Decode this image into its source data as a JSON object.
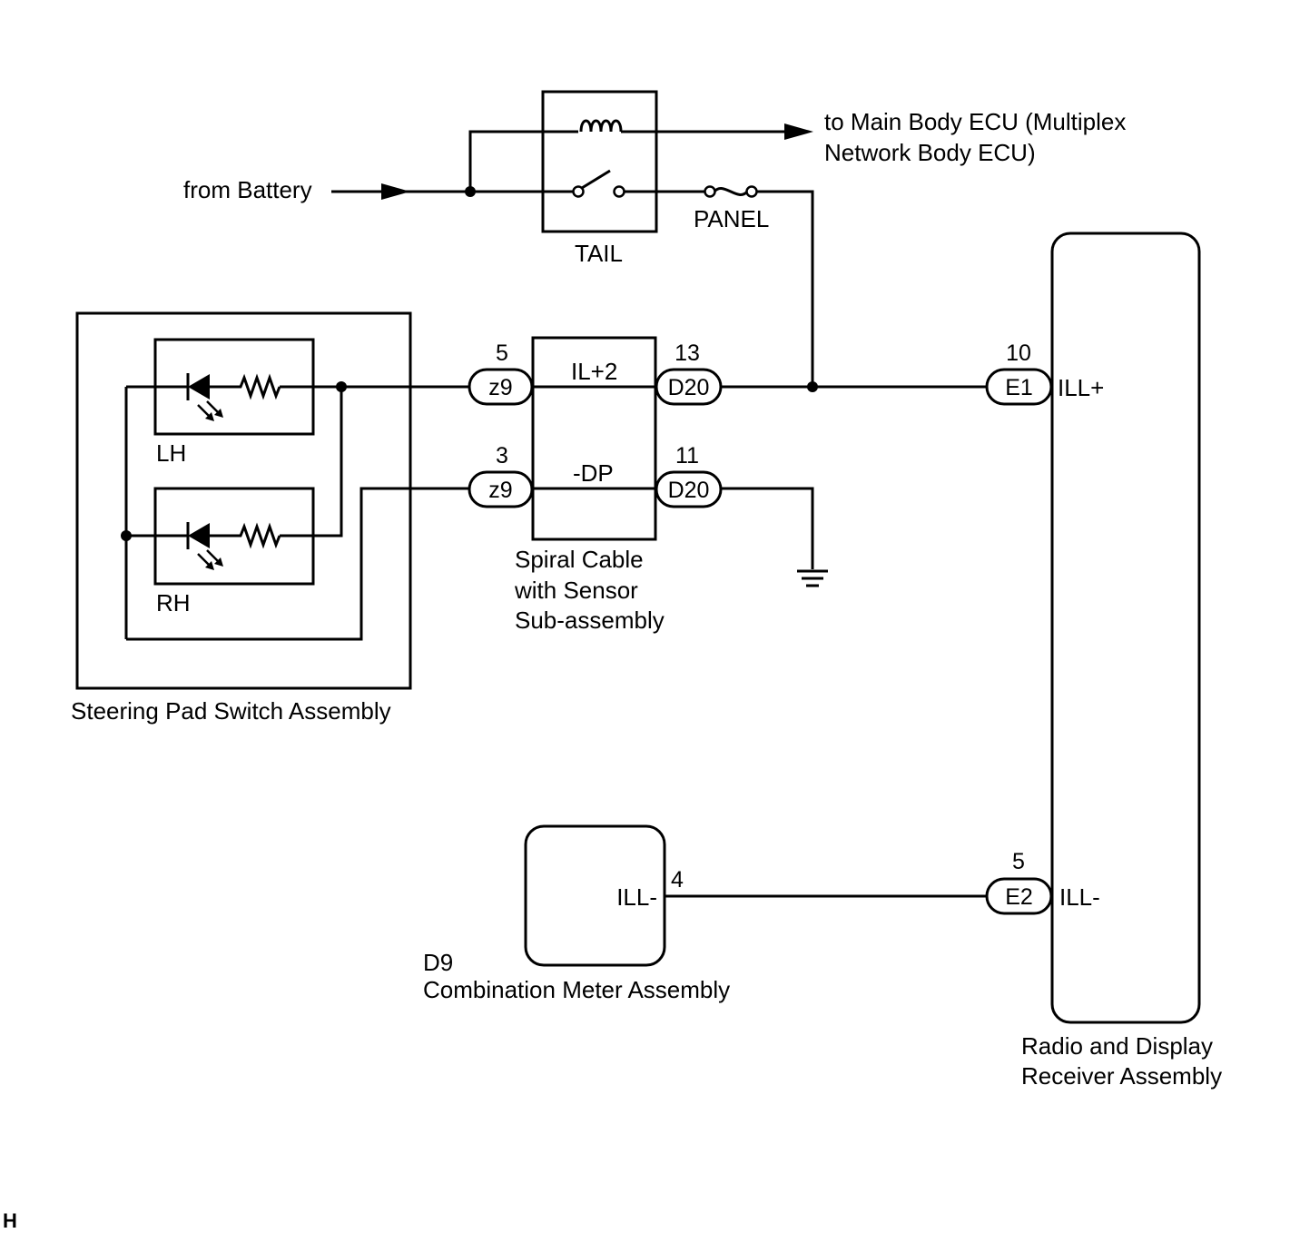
{
  "source": {
    "from_label": "from Battery"
  },
  "relay": {
    "name": "TAIL"
  },
  "fuse": {
    "name": "PANEL"
  },
  "output": {
    "line1": "to Main Body ECU (Multiplex",
    "line2": "Network Body ECU)"
  },
  "steering_pad": {
    "name": "Steering Pad Switch Assembly",
    "lh_label": "LH",
    "rh_label": "RH"
  },
  "spiral_cable": {
    "line1": "Spiral Cable",
    "line2": "with Sensor",
    "line3": "Sub-assembly",
    "signal_top": "IL+2",
    "signal_bottom": "-DP"
  },
  "connectors": {
    "z9_top": {
      "code": "z9",
      "pin": "5"
    },
    "z9_bottom": {
      "code": "z9",
      "pin": "3"
    },
    "d20_top": {
      "code": "D20",
      "pin": "13"
    },
    "d20_bottom": {
      "code": "D20",
      "pin": "11"
    },
    "e1": {
      "code": "E1",
      "pin": "10"
    },
    "e2": {
      "code": "E2",
      "pin": "5"
    }
  },
  "radio": {
    "line1": "Radio and Display",
    "line2": "Receiver Assembly",
    "terminal_top": "ILL+",
    "terminal_bottom": "ILL-"
  },
  "meter": {
    "code": "D9",
    "name": "Combination Meter Assembly",
    "terminal": "ILL-",
    "pin": "4"
  },
  "corner_mark": "H"
}
